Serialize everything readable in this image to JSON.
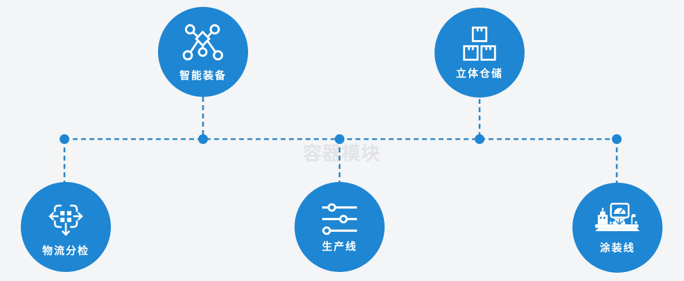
{
  "page": {
    "watermark_text": "容器模块"
  },
  "colors": {
    "node_fill": "#1e86d2",
    "connector_line": "#2b86ca",
    "label_text": "#ffffff",
    "watermark_text": "#e2e3e5",
    "background": "#f4f5f6",
    "icon_stroke": "#ffffff"
  },
  "nodes": [
    {
      "id": "smart-equipment",
      "label": "智能装备",
      "icon": "molecule-network-icon",
      "position": "top-left"
    },
    {
      "id": "stereoscopic-warehouse",
      "label": "立体仓储",
      "icon": "stacked-boxes-icon",
      "position": "top-right"
    },
    {
      "id": "logistics-sorting",
      "label": "物流分检",
      "icon": "distribute-arrows-icon",
      "position": "bottom-left"
    },
    {
      "id": "production-line",
      "label": "生产线",
      "icon": "sliders-icon",
      "position": "bottom-center"
    },
    {
      "id": "coating-line",
      "label": "涂装线",
      "icon": "control-station-icon",
      "position": "bottom-right"
    }
  ]
}
